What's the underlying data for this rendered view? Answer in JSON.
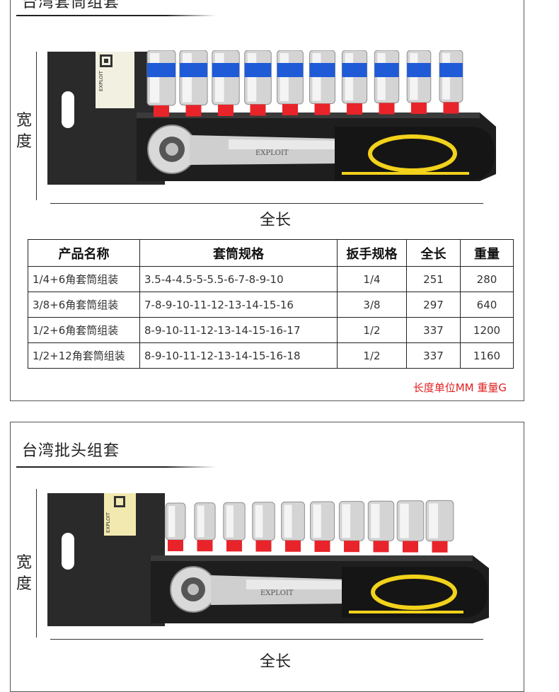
{
  "section1": {
    "title": "台湾套筒组套",
    "width_label": "宽\n度",
    "length_label": "全长",
    "product_image": {
      "name": "1/4 socket set with ratchet wrench on black rail",
      "brand_text": "EXPLOIT"
    },
    "table": {
      "headers": [
        "产品名称",
        "套筒规格",
        "扳手规格",
        "全长",
        "重量"
      ],
      "rows": [
        [
          "1/4+6角套筒组装",
          "3.5-4-4.5-5-5.5-6-7-8-9-10",
          "1/4",
          "251",
          "280"
        ],
        [
          "3/8+6角套筒组装",
          "7-8-9-10-11-12-13-14-15-16",
          "3/8",
          "297",
          "640"
        ],
        [
          "1/2+6角套筒组装",
          "8-9-10-11-12-13-14-15-16-17",
          "1/2",
          "337",
          "1200"
        ],
        [
          "1/2+12角套筒组装",
          "8-9-10-11-12-13-14-15-16-18",
          "1/2",
          "337",
          "1160"
        ]
      ]
    },
    "unit_note": "长度单位MM 重量G"
  },
  "section2": {
    "title": "台湾批头组套",
    "width_label": "宽\n度",
    "length_label": "全长",
    "product_image": {
      "name": "bit socket set with ratchet wrench on black rail",
      "brand_text": "EXPLOIT"
    }
  },
  "colors": {
    "rail": "#2b2b2b",
    "clip_red": "#e8242a",
    "band_blue": "#1f5bd6",
    "handle_yellow": "#f2d21b",
    "note_red": "#e02020"
  }
}
